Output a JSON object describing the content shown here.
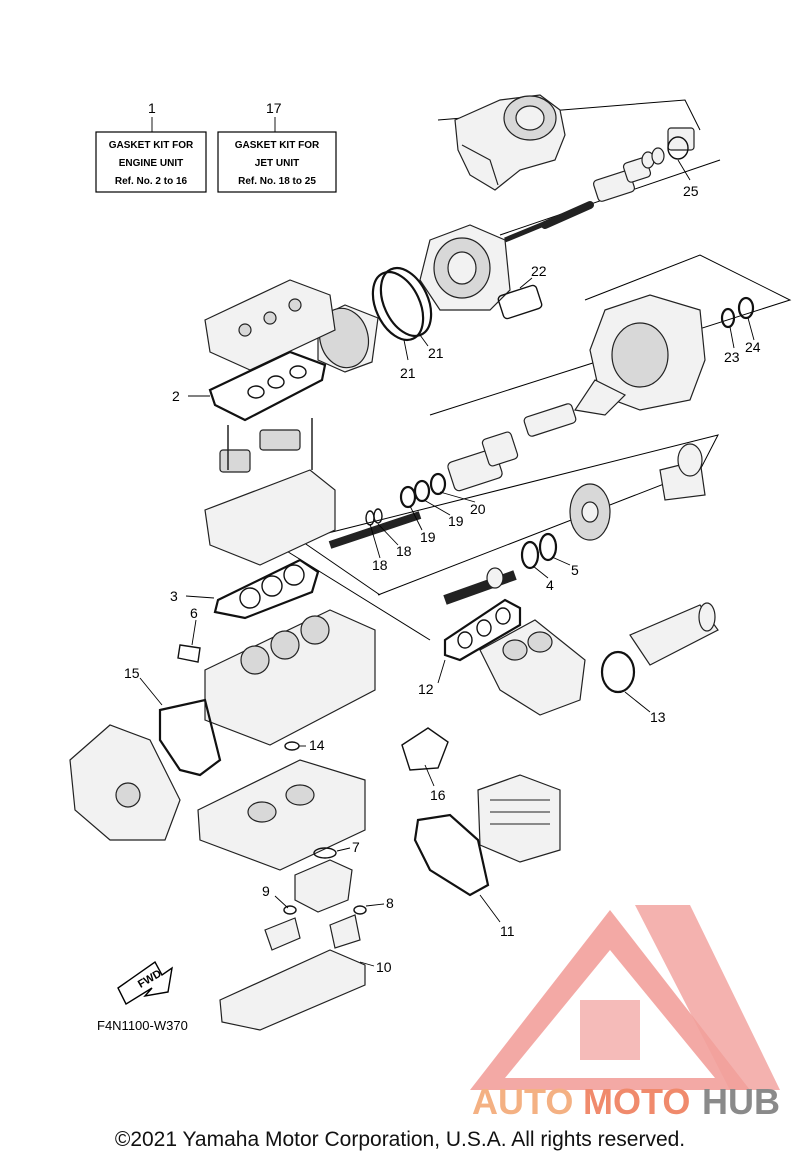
{
  "kits": [
    {
      "ref": "1",
      "lines": [
        "GASKET KIT FOR",
        "ENGINE UNIT",
        "Ref. No. 2 to 16"
      ]
    },
    {
      "ref": "17",
      "lines": [
        "GASKET KIT FOR",
        "JET UNIT",
        "Ref. No. 18 to 25"
      ]
    }
  ],
  "callouts": [
    "25",
    "22",
    "21",
    "21",
    "2",
    "24",
    "23",
    "20",
    "19",
    "19",
    "18",
    "18",
    "5",
    "4",
    "3",
    "6",
    "15",
    "12",
    "13",
    "14",
    "16",
    "7",
    "9",
    "8",
    "11",
    "10"
  ],
  "fwd_label": "FWD",
  "diagram_code": "F4N1100-W370",
  "watermark": {
    "part1": "AUTO",
    "part2": "MOTO",
    "part3": "HUB",
    "color_light": "#f4b183",
    "color_mid": "#f08a6c",
    "color_dark": "#8a8a8a",
    "logo_color": "#ef8f8a"
  },
  "copyright": "©2021 Yamaha Motor Corporation, U.S.A. All rights reserved."
}
